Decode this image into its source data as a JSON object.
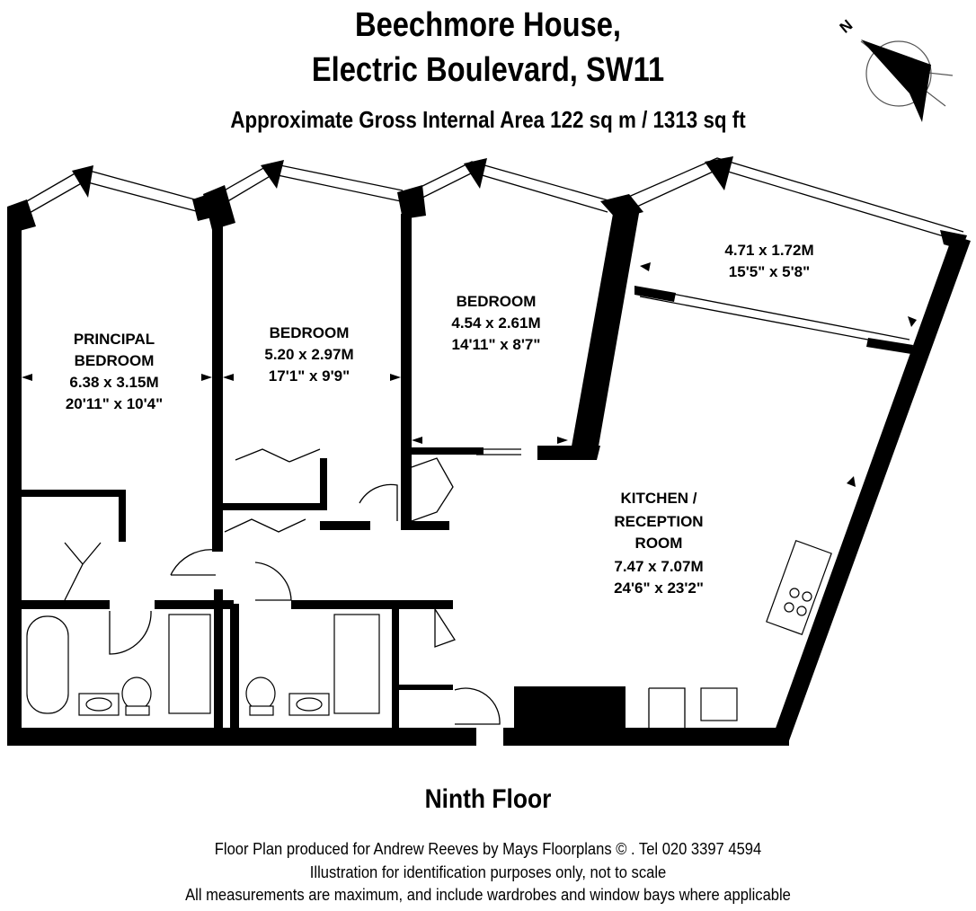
{
  "header": {
    "title_line1": "Beechmore House,",
    "title_line2": "Electric Boulevard, SW11",
    "area": "Approximate Gross Internal Area 122 sq m /  1313 sq ft"
  },
  "compass": {
    "letter": "N"
  },
  "rooms": {
    "principal": {
      "name1": "PRINCIPAL",
      "name2": "BEDROOM",
      "metric": "6.38 x 3.15M",
      "imperial": "20'11\" x 10'4\""
    },
    "bedroom2": {
      "name": "BEDROOM",
      "metric": "5.20 x 2.97M",
      "imperial": "17'1\" x 9'9\""
    },
    "bedroom3": {
      "name": "BEDROOM",
      "metric": "4.54 x 2.61M",
      "imperial": "14'11\" x 8'7\""
    },
    "balcony": {
      "metric": "4.71 x 1.72M",
      "imperial": "15'5\" x 5'8\""
    },
    "kitchen": {
      "name1": "KITCHEN /",
      "name2": "RECEPTION",
      "name3": "ROOM",
      "metric": "7.47 x 7.07M",
      "imperial": "24'6\" x 23'2\""
    }
  },
  "floor_label": "Ninth Floor",
  "footer": {
    "line1": "Floor Plan produced for Andrew Reeves by Mays Floorplans  © . Tel 020 3397 4594",
    "line2": "Illustration for identification purposes only, not to scale",
    "line3": "All measurements are maximum, and include wardrobes and window bays where applicable"
  }
}
